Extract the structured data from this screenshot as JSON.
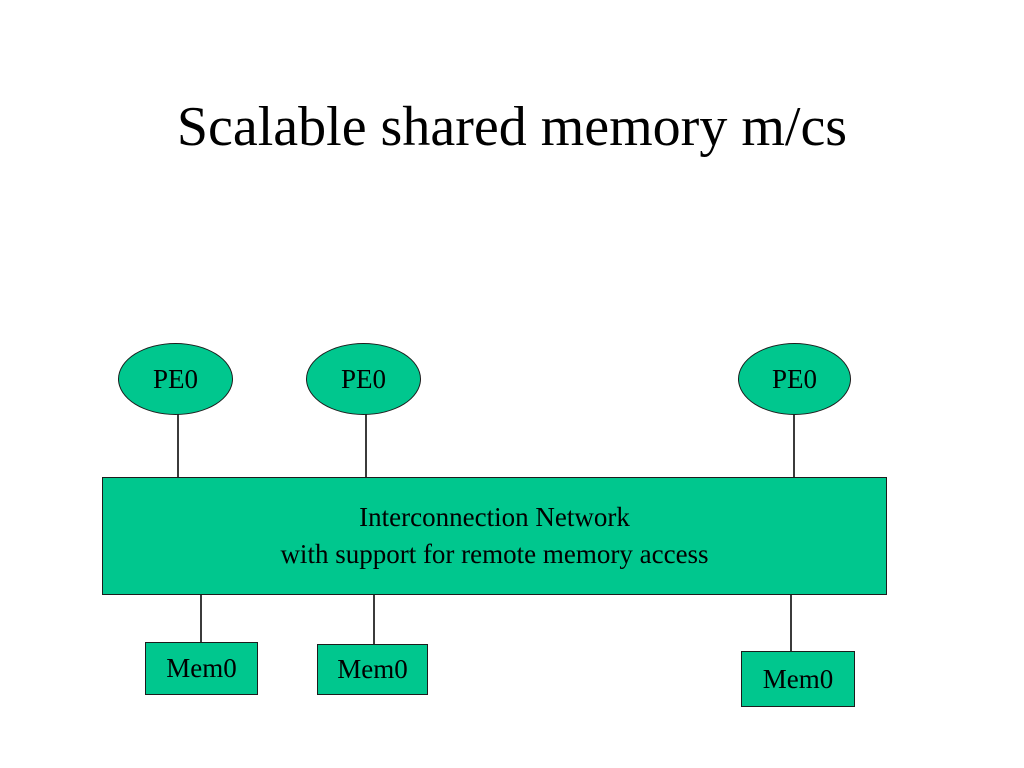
{
  "slide": {
    "title": "Scalable shared memory m/cs",
    "background_color": "#ffffff",
    "node_fill_color": "#00c78e",
    "node_border_color": "#1c1c1c",
    "connector_color": "#3b3b3b",
    "text_color": "#000000"
  },
  "processors": [
    {
      "label": "PE0"
    },
    {
      "label": "PE0"
    },
    {
      "label": "PE0"
    }
  ],
  "network": {
    "line1": "Interconnection Network",
    "line2": "with support for remote memory access"
  },
  "memories": [
    {
      "label": "Mem0"
    },
    {
      "label": "Mem0"
    },
    {
      "label": "Mem0"
    }
  ]
}
